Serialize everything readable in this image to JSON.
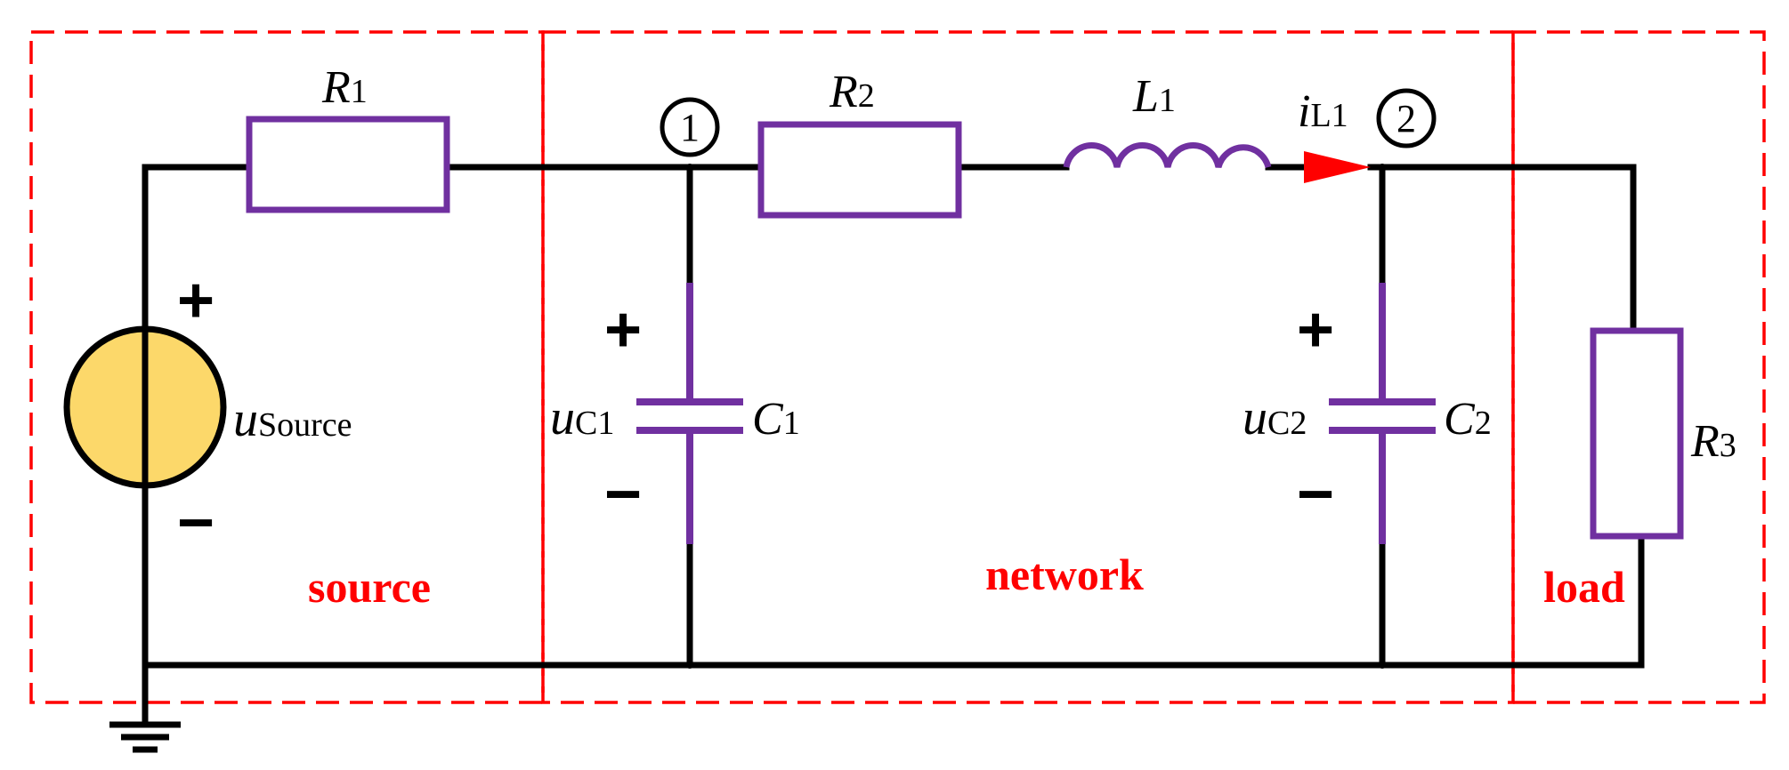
{
  "colors": {
    "wire": "#000000",
    "component": "#7030a0",
    "boundary": "#ff0000",
    "source_fill": "#fcd86a",
    "arrow": "#ff0000"
  },
  "components": {
    "r1": {
      "symbol": "R",
      "sub": "1"
    },
    "r2": {
      "symbol": "R",
      "sub": "2"
    },
    "r3": {
      "symbol": "R",
      "sub": "3"
    },
    "l1": {
      "symbol": "L",
      "sub": "1"
    },
    "c1": {
      "symbol": "C",
      "sub": "1"
    },
    "c2": {
      "symbol": "C",
      "sub": "2"
    },
    "source": {
      "symbol": "u",
      "sub": "Source",
      "plus": "+",
      "minus": "−"
    }
  },
  "nodes": {
    "n1": "1",
    "n2": "2"
  },
  "current": {
    "symbol": "i",
    "sub": "L1"
  },
  "voltages": {
    "uc1": {
      "symbol": "u",
      "sub": "C1",
      "plus": "+",
      "minus": "−"
    },
    "uc2": {
      "symbol": "u",
      "sub": "C2",
      "plus": "+",
      "minus": "−"
    }
  },
  "zones": {
    "source": "source",
    "network": "network",
    "load": "load"
  },
  "icons": {
    "ground": "ground-icon",
    "source": "voltage-source-icon",
    "arrow": "current-arrow-icon"
  }
}
